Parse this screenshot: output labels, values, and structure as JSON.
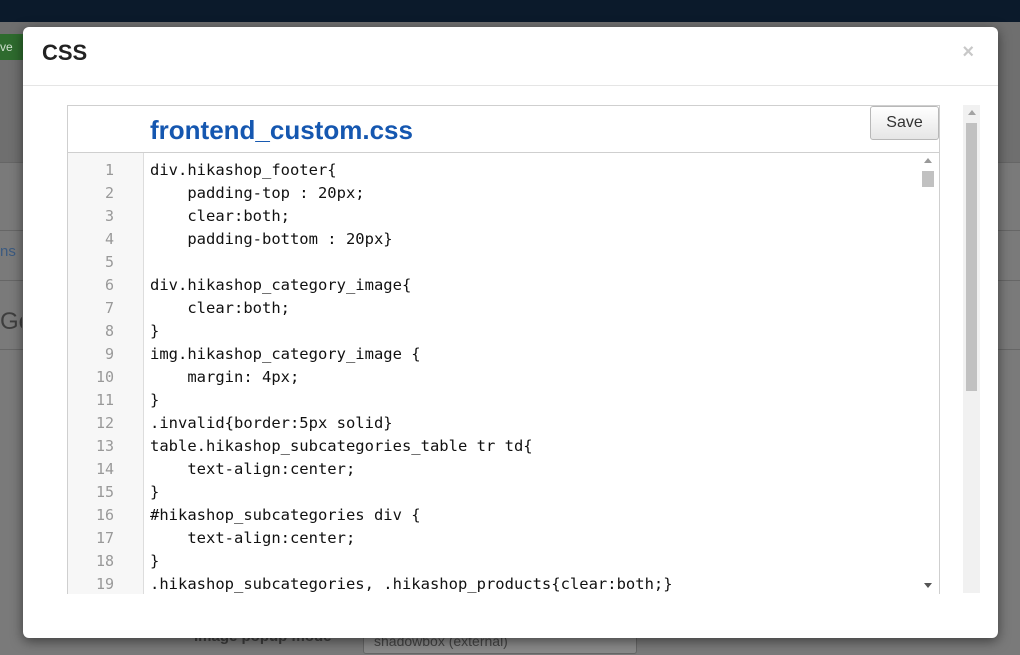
{
  "background": {
    "save_fragment": "ve",
    "tab_fragment": "ns",
    "heading_fragment": "Ge",
    "field_label": "Image popup mode",
    "field_value": "shadowbox (external)"
  },
  "modal": {
    "title": "CSS",
    "close_symbol": "×",
    "file_name": "frontend_custom.css",
    "save_label": "Save",
    "code_lines": [
      {
        "n": "1",
        "t": "div.hikashop_footer{"
      },
      {
        "n": "2",
        "t": "    padding-top : 20px;"
      },
      {
        "n": "3",
        "t": "    clear:both;"
      },
      {
        "n": "4",
        "t": "    padding-bottom : 20px}"
      },
      {
        "n": "5",
        "t": ""
      },
      {
        "n": "6",
        "t": "div.hikashop_category_image{"
      },
      {
        "n": "7",
        "t": "    clear:both;"
      },
      {
        "n": "8",
        "t": "}"
      },
      {
        "n": "9",
        "t": "img.hikashop_category_image {"
      },
      {
        "n": "10",
        "t": "    margin: 4px;"
      },
      {
        "n": "11",
        "t": "}"
      },
      {
        "n": "12",
        "t": ".invalid{border:5px solid}"
      },
      {
        "n": "13",
        "t": "table.hikashop_subcategories_table tr td{"
      },
      {
        "n": "14",
        "t": "    text-align:center;"
      },
      {
        "n": "15",
        "t": "}"
      },
      {
        "n": "16",
        "t": "#hikashop_subcategories div {"
      },
      {
        "n": "17",
        "t": "    text-align:center;"
      },
      {
        "n": "18",
        "t": "}"
      },
      {
        "n": "19",
        "t": ".hikashop_subcategories, .hikashop_products{clear:both;}"
      }
    ]
  }
}
